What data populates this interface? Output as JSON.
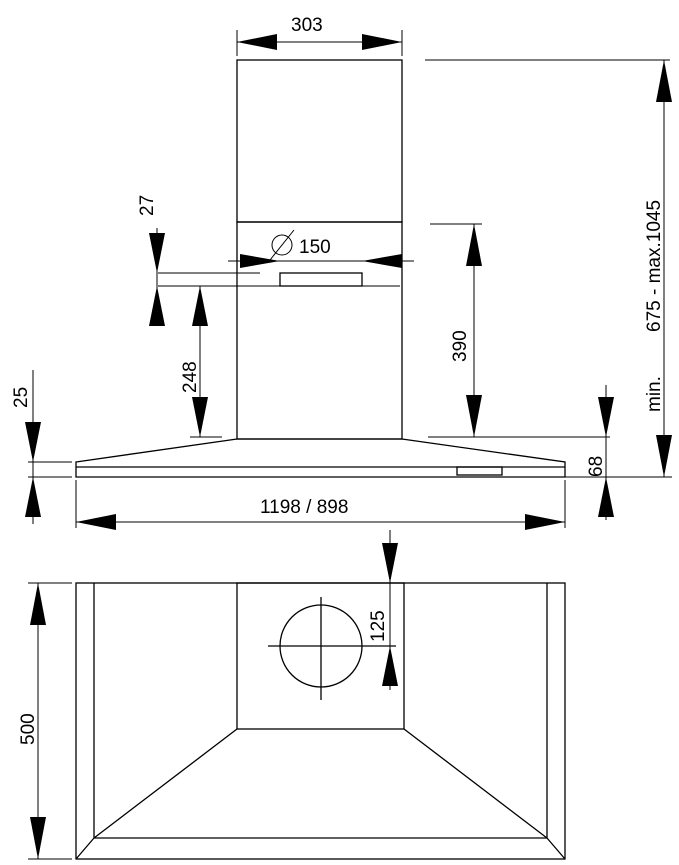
{
  "dimensions": {
    "chimney_width": "303",
    "duct_diameter": "150",
    "top_gap": "27",
    "outlet_height": "248",
    "canopy_edge": "25",
    "lower_chimney": "390",
    "total_height_min": "min.",
    "total_height_range": "675 - max.1045",
    "canopy_height": "68",
    "overall_width": "1198 / 898",
    "outlet_offset": "125",
    "depth": "500"
  },
  "symbols": {
    "diameter": "⌀"
  }
}
